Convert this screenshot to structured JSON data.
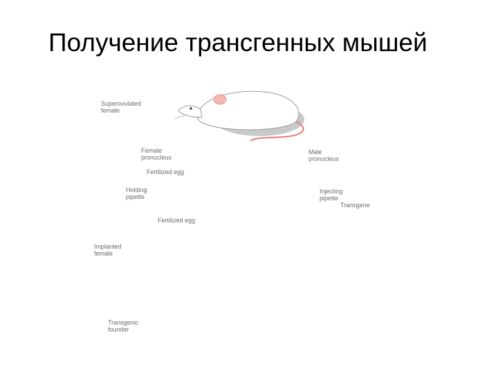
{
  "title": "Получение трансгенных мышей",
  "labels": {
    "superovulated_female": "Superovulated\nfemale",
    "female_pronucleus": "Female\npronucleus",
    "male_pronucleus": "Male\npronucleus",
    "fertilized_egg_1": "Fertilized egg",
    "holding_pipette": "Holding\npipette",
    "injecting_pipette": "Injecting\npipette",
    "transgene": "Transgene",
    "fertilized_egg_2": "Fertilized egg",
    "implanted_female": "Implanted\nfemale",
    "transgenic_founder": "Transgenic\nfounder"
  },
  "colors": {
    "transgene": "#e0304a",
    "egg": "#f6b6a8",
    "pronucleus": "#9b7bc6",
    "arrow": "#555555"
  }
}
